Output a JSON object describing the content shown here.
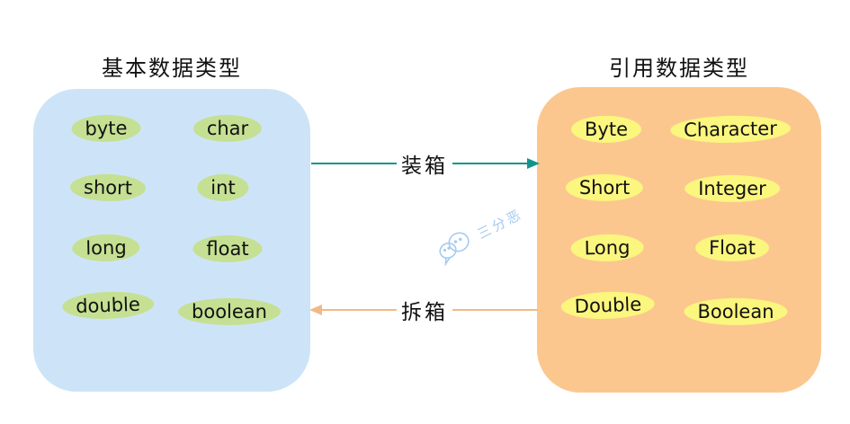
{
  "left_panel": {
    "title": "基本数据类型",
    "items": [
      "byte",
      "char",
      "short",
      "int",
      "long",
      "float",
      "double",
      "boolean"
    ]
  },
  "right_panel": {
    "title": "引用数据类型",
    "items": [
      "Byte",
      "Character",
      "Short",
      "Integer",
      "Long",
      "Float",
      "Double",
      "Boolean"
    ]
  },
  "arrows": {
    "boxing": {
      "label": "装箱",
      "direction": "left-to-right",
      "color": "#12948e"
    },
    "unboxing": {
      "label": "拆箱",
      "direction": "right-to-left",
      "color": "#f2b988"
    }
  },
  "watermark": {
    "text": "三分恶",
    "icon": "wechat-doodle-icon",
    "color": "#a5cbf0"
  },
  "colors": {
    "primitive_panel_bg": "#cde4f8",
    "primitive_pill_bg": "#c5e093",
    "reference_panel_bg": "#fbc78f",
    "reference_pill_bg": "#fbf67e",
    "title_text": "#111111",
    "background": "#ffffff"
  }
}
